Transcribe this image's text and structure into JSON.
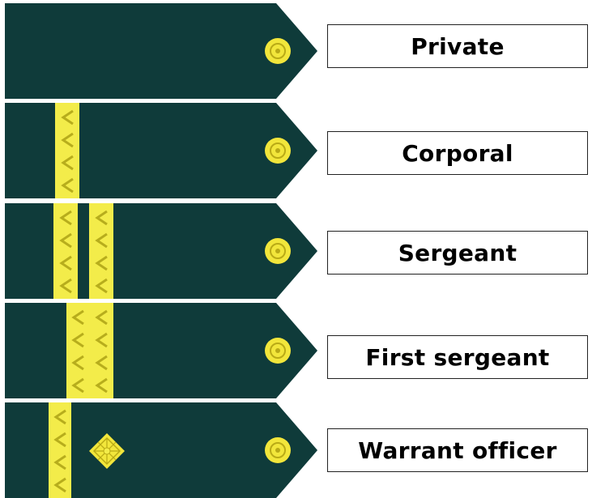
{
  "colors": {
    "board": "#0f3b3a",
    "board_edge": "#0a2d2c",
    "stripe": "#f3ec4a",
    "chevron": "#b7ad1c",
    "button": "#f2e63b",
    "button_dark": "#b9aa16"
  },
  "ranks": [
    {
      "label": "Private",
      "stripes": 0,
      "star": false
    },
    {
      "label": "Corporal",
      "stripes": 1,
      "star": false
    },
    {
      "label": "Sergeant",
      "stripes": 2,
      "star": false
    },
    {
      "label": "First sergeant",
      "stripes": 2,
      "star": false
    },
    {
      "label": "Warrant officer",
      "stripes": 1,
      "star": true
    }
  ]
}
